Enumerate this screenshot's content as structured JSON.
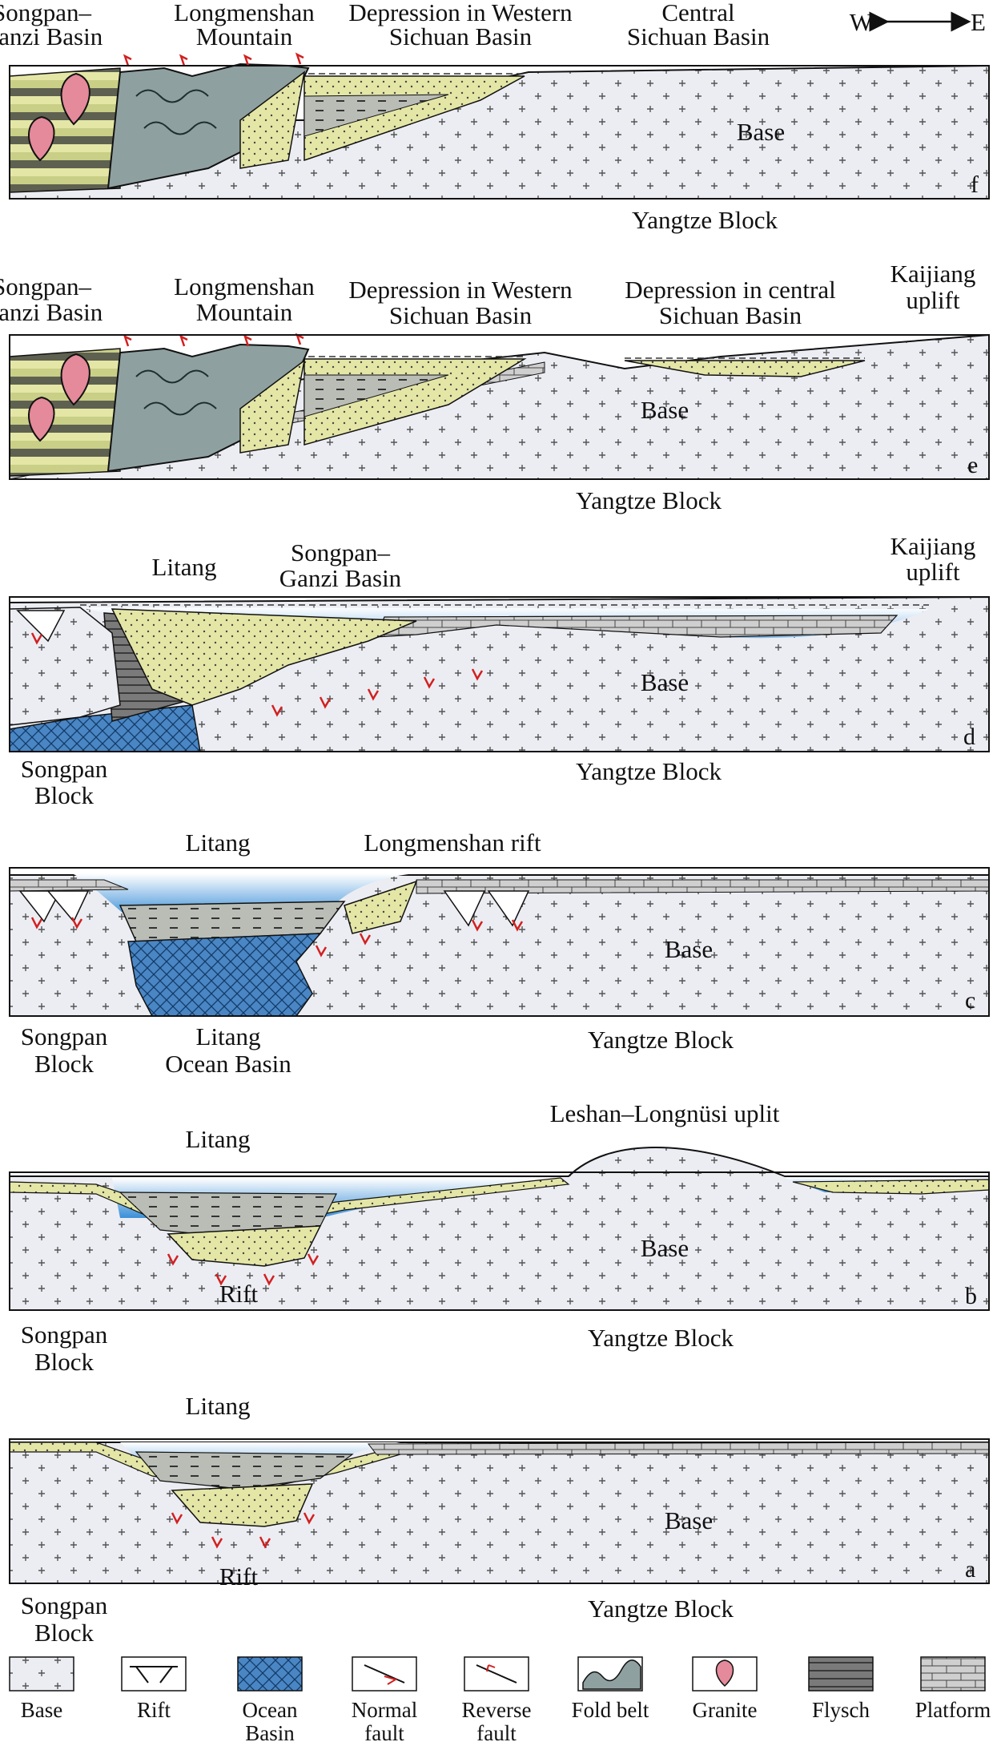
{
  "orientation": {
    "west": "W",
    "east": "E"
  },
  "panels": {
    "f": {
      "letter": "f",
      "labels": [
        "Songpan–",
        "Ganzi  Basin",
        "Longmenshan",
        "Mountain",
        "Depression in Western",
        "Sichuan Basin",
        "Central",
        "Sichuan Basin",
        "Base",
        "Yangtze Block"
      ]
    },
    "e": {
      "letter": "e",
      "labels": [
        "Songpan–",
        "Ganzi  Basin",
        "Longmenshan",
        "Mountain",
        "Depression in Western",
        "Sichuan Basin",
        "Depression in central",
        "Sichuan Basin",
        "Kaijiang",
        "uplift",
        "Base",
        "Yangtze Block"
      ]
    },
    "d": {
      "letter": "d",
      "labels": [
        "Litang",
        "Songpan–",
        "Ganzi  Basin",
        "Kaijiang",
        "uplift",
        "Base",
        "Songpan",
        "Block",
        "Yangtze Block"
      ]
    },
    "c": {
      "letter": "c",
      "labels": [
        "Litang",
        "Longmenshan  rift",
        "Base",
        "Songpan",
        "Block",
        "Litang",
        "Ocean Basin",
        "Yangtze Block"
      ]
    },
    "b": {
      "letter": "b",
      "labels": [
        "Leshan–Longnüsi  uplit",
        "Litang",
        "Base",
        "Rift",
        "Songpan",
        "Block",
        "Yangtze Block"
      ]
    },
    "a": {
      "letter": "a",
      "labels": [
        "Litang",
        "Base",
        "Rift",
        "Songpan",
        "Block",
        "Yangtze Block"
      ]
    }
  },
  "legend": [
    {
      "icon": "base",
      "label": "Base"
    },
    {
      "icon": "rift",
      "label": "Rift"
    },
    {
      "icon": "ocean-basin",
      "label": "Ocean\nBasin"
    },
    {
      "icon": "normal-fault",
      "label": "Normal\nfault"
    },
    {
      "icon": "reverse-fault",
      "label": "Reverse\nfault"
    },
    {
      "icon": "fold-belt",
      "label": "Fold belt"
    },
    {
      "icon": "granite",
      "label": "Granite"
    },
    {
      "icon": "flysch",
      "label": "Flysch"
    },
    {
      "icon": "platform",
      "label": "Platform"
    }
  ],
  "colors": {
    "base": "#ecedf3",
    "sediment_yellow": "#e4e6a6",
    "olive": "#c9cf86",
    "fold_belt": "#8fa0a0",
    "granite": "#e48a9a",
    "flysch": "#6c6c6c",
    "platform": "#c8c8c8",
    "ocean_crust": "#4a86c4",
    "water_top": "#ffffff",
    "water_bottom": "#3b8fd8",
    "fault_arrow": "#d22020"
  }
}
